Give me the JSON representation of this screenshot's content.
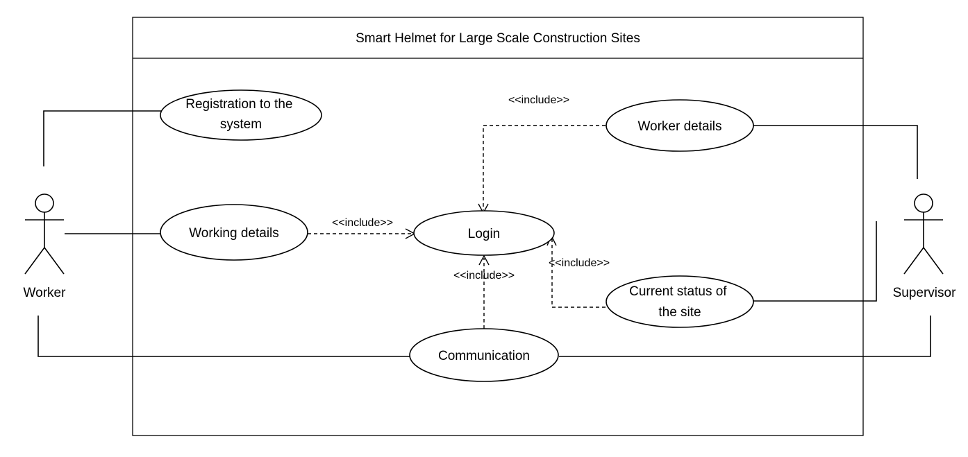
{
  "system": {
    "title": "Smart Helmet for Large Scale Construction Sites"
  },
  "actors": {
    "worker": "Worker",
    "supervisor": "Supervisor"
  },
  "use_cases": {
    "registration": [
      "Registration to the",
      "system"
    ],
    "working_details": "Working details",
    "login": "Login",
    "worker_details": "Worker details",
    "current_status": [
      "Current status of",
      "the site"
    ],
    "communication": "Communication"
  },
  "relations": {
    "include_label": "<<include>>"
  }
}
